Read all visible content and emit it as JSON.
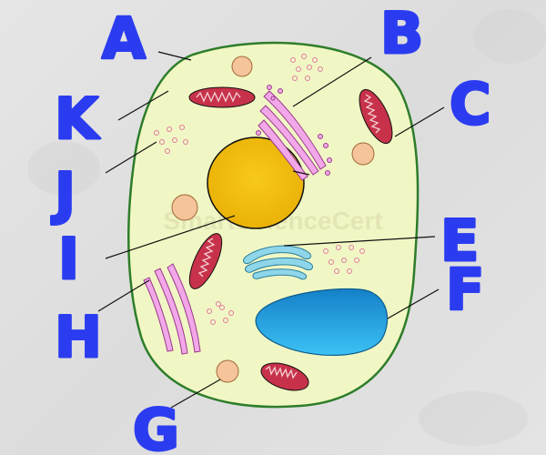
{
  "diagram": {
    "watermark": "SmartScienceCert",
    "labels": [
      "A",
      "B",
      "C",
      "E",
      "F",
      "G",
      "H",
      "I",
      "J",
      "K"
    ]
  },
  "colors": {
    "label_ink": "#2b3cf0",
    "cytoplasm": "#f1f7c4",
    "membrane": "#2e7d2a",
    "nucleus": "#f4c20d",
    "golgi": "#f2a7e9",
    "mitochondria": "#c7324a",
    "vacuole": "#1aa7e0",
    "er": "#8fd6ea",
    "centrosome": "#f6c49a"
  }
}
